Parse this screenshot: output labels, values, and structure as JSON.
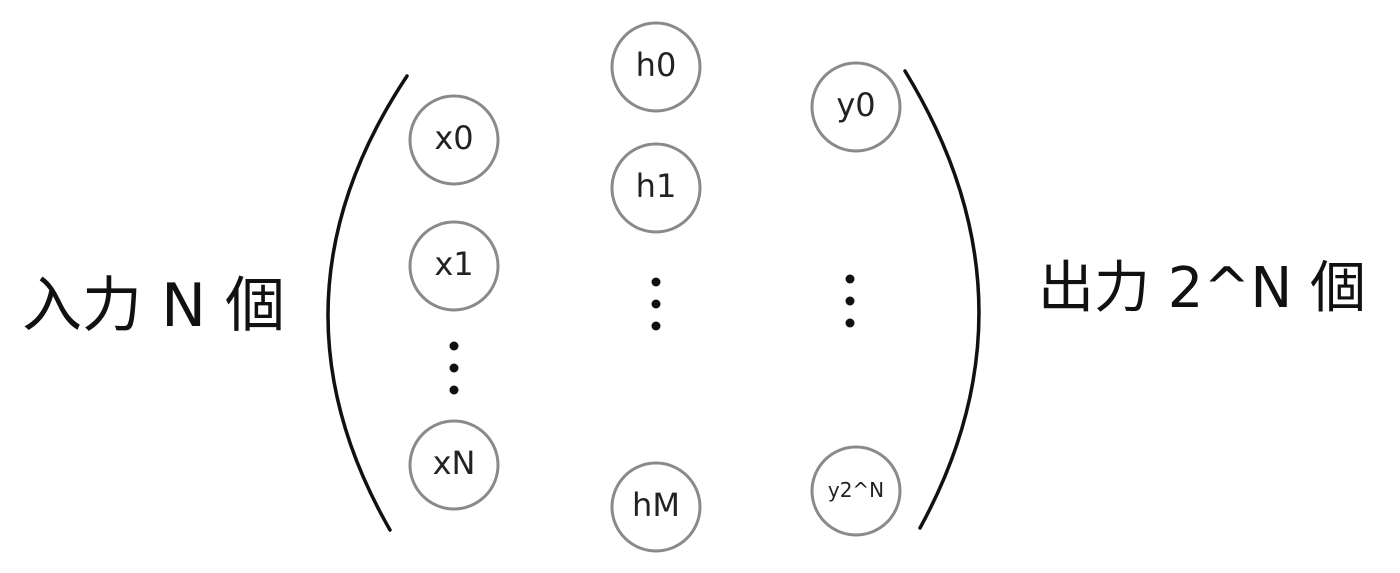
{
  "input_label": "入力 N 個",
  "output_label": "出力 2^N 個",
  "input_layer": {
    "nodes": [
      "x0",
      "x1",
      "xN"
    ]
  },
  "hidden_layer": {
    "nodes": [
      "h0",
      "h1",
      "hM"
    ]
  },
  "output_layer": {
    "nodes": [
      "y0",
      "y2^N"
    ]
  },
  "colors": {
    "node_stroke": "#8a8a8a",
    "text": "#111111",
    "background": "#ffffff"
  }
}
